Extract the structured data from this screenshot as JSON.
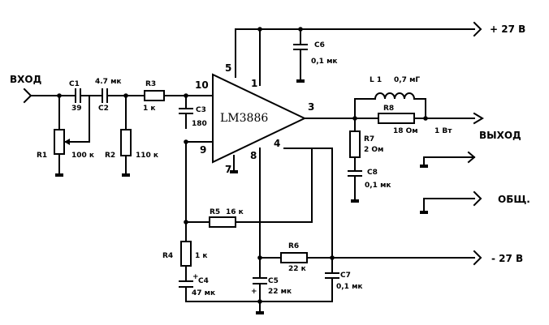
{
  "terminals": {
    "input": "ВХОД",
    "output": "ВЫХОД",
    "common": "ОБЩ.",
    "v_plus": "+ 27 В",
    "v_minus": "- 27 В"
  },
  "chip": {
    "name": "LM3886"
  },
  "pins": {
    "p1": "1",
    "p3": "3",
    "p4": "4",
    "p5": "5",
    "p7": "7",
    "p8": "8",
    "p9": "9",
    "p10": "10"
  },
  "components": {
    "c1": {
      "name": "C1",
      "value": "39"
    },
    "c2": {
      "name": "C2",
      "value": "4.7 мк"
    },
    "c3": {
      "name": "C3",
      "value": "180"
    },
    "c4": {
      "name": "C4",
      "value": "47 мк"
    },
    "c5": {
      "name": "C5",
      "value": "22 мк"
    },
    "c6": {
      "name": "C6",
      "value": "0,1 мк"
    },
    "c7": {
      "name": "C7",
      "value": "0,1 мк"
    },
    "c8": {
      "name": "C8",
      "value": "0,1 мк"
    },
    "r1": {
      "name": "R1",
      "value": "100 к"
    },
    "r2": {
      "name": "R2",
      "value": "110 к"
    },
    "r3": {
      "name": "R3",
      "value": "1 к"
    },
    "r4": {
      "name": "R4",
      "value": "1 к"
    },
    "r5": {
      "name": "R5",
      "value": "16 к"
    },
    "r6": {
      "name": "R6",
      "value": "22 к"
    },
    "r7": {
      "name": "R7",
      "value": "2 Ом"
    },
    "r8": {
      "name": "R8",
      "value": "18 Ом",
      "power": "1 Вт"
    },
    "l1": {
      "name": "L 1",
      "value": "0,7 мГ"
    }
  },
  "polarity_mark": "+"
}
